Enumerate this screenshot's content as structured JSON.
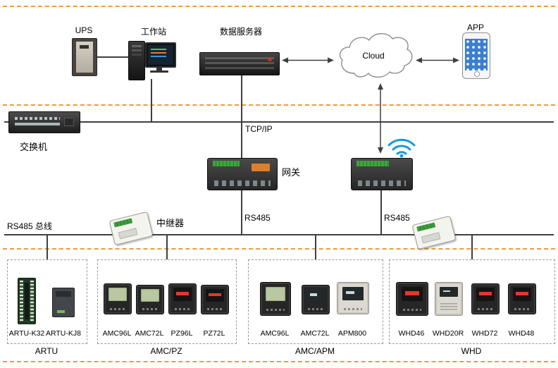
{
  "colors": {
    "accent_dashed": "#F09B3C",
    "line": "#3F3F3F",
    "wifi_blue": "#169BD5"
  },
  "top_row": {
    "ups": "UPS",
    "workstation": "工作站",
    "data_server": "数据服务器",
    "cloud": "Cloud",
    "app": "APP"
  },
  "network_row": {
    "switch": "交换机",
    "tcpip": "TCP/IP",
    "gateway": "网关"
  },
  "bus_row": {
    "rs485_bus": "RS485 总线",
    "repeater": "中继器",
    "rs485_left": "RS485",
    "rs485_right": "RS485"
  },
  "groups": [
    {
      "name": "ARTU",
      "devices": [
        "ARTU-K32",
        "ARTU-KJ8"
      ]
    },
    {
      "name": "AMC/PZ",
      "devices": [
        "AMC96L",
        "AMC72L",
        "PZ96L",
        "PZ72L"
      ]
    },
    {
      "name": "AMC/APM",
      "devices": [
        "AMC96L",
        "AMC72L",
        "APM800"
      ]
    },
    {
      "name": "WHD",
      "devices": [
        "WHD46",
        "WHD20R",
        "WHD72",
        "WHD48"
      ]
    }
  ]
}
